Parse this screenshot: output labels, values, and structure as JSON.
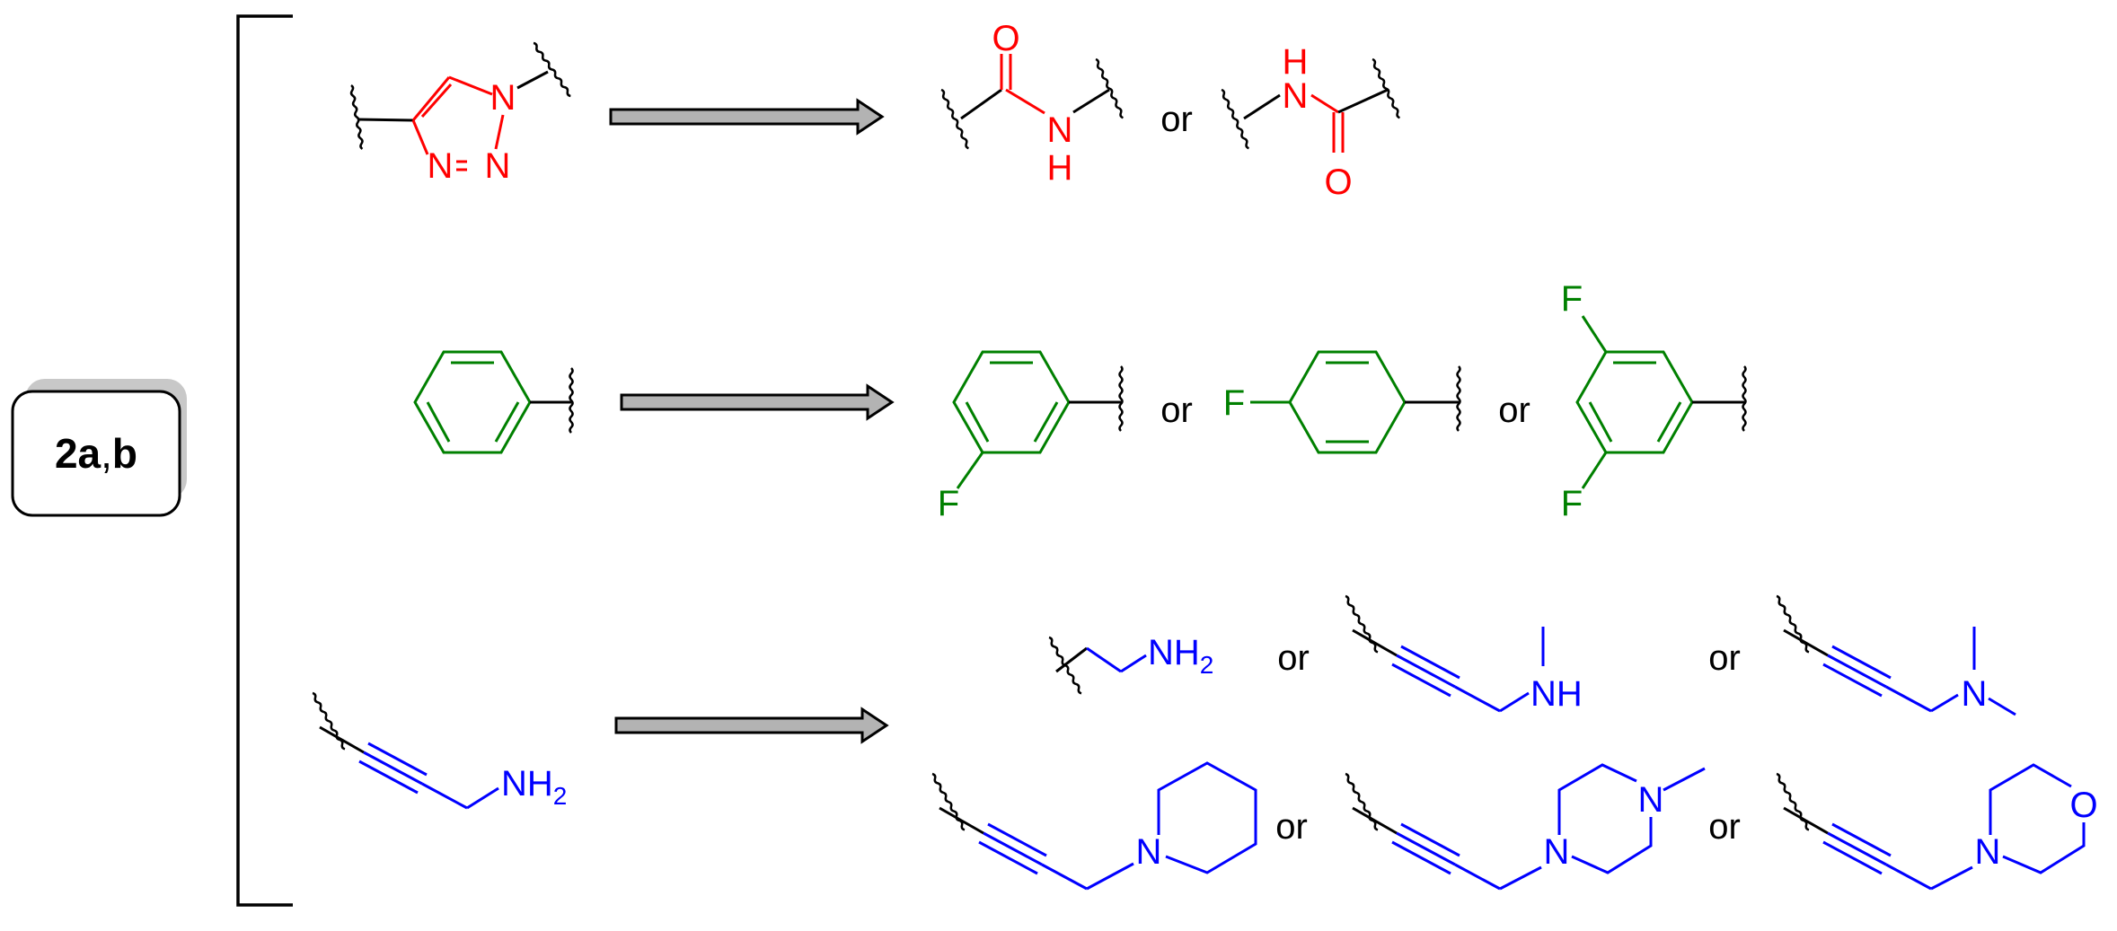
{
  "compound_label": {
    "bold_text": "2a",
    "comma": ",",
    "suffix": "b"
  },
  "connector": "or",
  "colors": {
    "triazole_amide": "#ff0000",
    "phenyl": "#008000",
    "amine": "#0000ff",
    "bond_black": "#000000",
    "arrow_fill": "#b3b3b3",
    "shadow": "#c8c8c8"
  },
  "atoms": {
    "oxygen": "O",
    "nitrogen": "N",
    "hydrogen": "H",
    "fluorine": "F",
    "amine_nh": "NH",
    "subscript_2": "2"
  },
  "rows": [
    {
      "name": "triazole-to-amide",
      "source": "1,2,3-triazole (1,4-disubstituted)",
      "targets": [
        "amide C(=O)NH",
        "reverse amide NHC(=O)"
      ]
    },
    {
      "name": "phenyl-to-fluorophenyl",
      "source": "phenyl",
      "targets": [
        "3-fluorophenyl",
        "4-fluorophenyl",
        "3,5-difluorophenyl"
      ]
    },
    {
      "name": "propargylamine-to-amines",
      "source": "propargylamine",
      "targets": [
        "ethylamine",
        "N-methyl propargylamine",
        "N,N-dimethyl propargylamine",
        "piperidinyl",
        "4-methylpiperazinyl",
        "morpholinyl"
      ]
    }
  ]
}
